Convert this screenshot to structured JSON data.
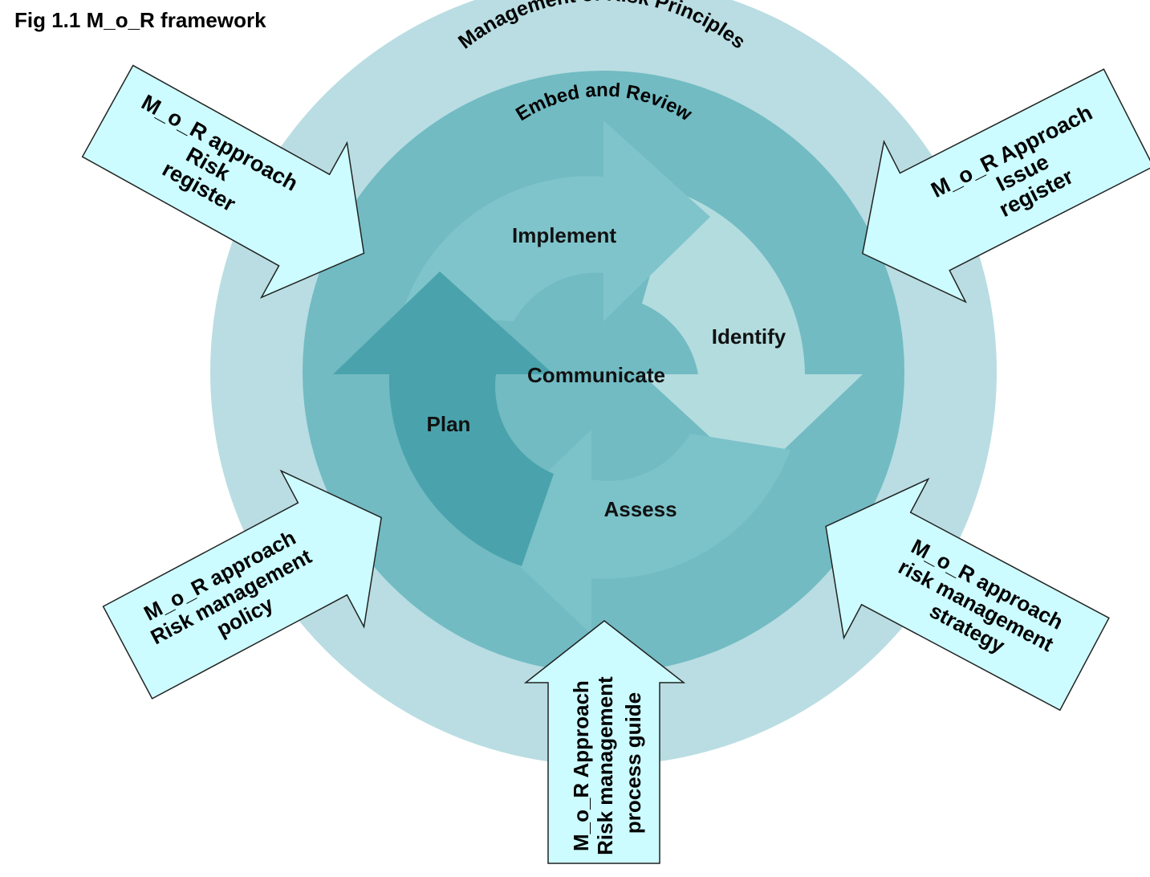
{
  "figure": {
    "title": "Fig 1.1 M_o_R framework"
  },
  "rings": {
    "outer_label": "Management of Risk Principles",
    "middle_label": "Embed and Review"
  },
  "cycle": {
    "center_label": "Communicate",
    "steps": [
      {
        "id": "implement",
        "label": "Implement"
      },
      {
        "id": "identify",
        "label": "Identify"
      },
      {
        "id": "assess",
        "label": "Assess"
      },
      {
        "id": "plan",
        "label": "Plan"
      }
    ]
  },
  "callouts": {
    "risk_register": {
      "lines": [
        "M_o_R approach",
        "Risk",
        "register"
      ]
    },
    "issue_register": {
      "lines": [
        "M_o_R Approach",
        "Issue",
        "register"
      ]
    },
    "policy": {
      "lines": [
        "M_o_R approach",
        "Risk management",
        "policy"
      ]
    },
    "strategy": {
      "lines": [
        "M_o_R approach",
        "risk management",
        "strategy"
      ]
    },
    "process_guide": {
      "lines": [
        "M_o_R Approach",
        "Risk management",
        "process guide"
      ]
    }
  },
  "colors": {
    "outer_ring": "#b9dde2",
    "middle_ring": "#72bbc3",
    "implement_arrow": "#80c4cb",
    "identify_arrow": "#b3dcdf",
    "assess_arrow": "#7cc2c9",
    "plan_arrow": "#4aa3ac",
    "callout_fill": "#ccfcff"
  }
}
